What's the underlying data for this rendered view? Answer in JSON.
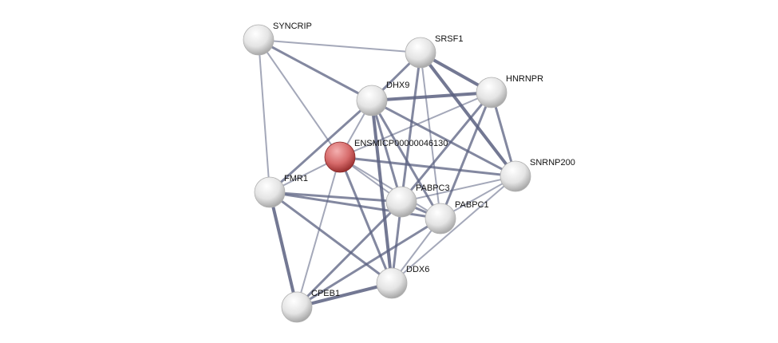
{
  "network": {
    "colors": {
      "edge": "#5a6080",
      "node": "#e8e8e8",
      "query_node": "#d05a5a"
    },
    "nodes": [
      {
        "id": "SYNCRIP",
        "label": "SYNCRIP",
        "query": false
      },
      {
        "id": "SRSF1",
        "label": "SRSF1",
        "query": false
      },
      {
        "id": "HNRNPR",
        "label": "HNRNPR",
        "query": false
      },
      {
        "id": "DHX9",
        "label": "DHX9",
        "query": false
      },
      {
        "id": "ENSMICP00000046130",
        "label": "ENSMICP00000046130",
        "query": true
      },
      {
        "id": "SNRNP200",
        "label": "SNRNP200",
        "query": false
      },
      {
        "id": "FMR1",
        "label": "FMR1",
        "query": false
      },
      {
        "id": "PABPC3",
        "label": "PABPC3",
        "query": false
      },
      {
        "id": "PABPC1",
        "label": "PABPC1",
        "query": false
      },
      {
        "id": "DDX6",
        "label": "DDX6",
        "query": false
      },
      {
        "id": "CPEB1",
        "label": "CPEB1",
        "query": false
      }
    ],
    "edges": [
      [
        "SYNCRIP",
        "SRSF1",
        1
      ],
      [
        "SYNCRIP",
        "DHX9",
        2
      ],
      [
        "SYNCRIP",
        "ENSMICP00000046130",
        1
      ],
      [
        "SYNCRIP",
        "FMR1",
        1
      ],
      [
        "SRSF1",
        "DHX9",
        2
      ],
      [
        "SRSF1",
        "HNRNPR",
        3
      ],
      [
        "SRSF1",
        "SNRNP200",
        3
      ],
      [
        "SRSF1",
        "PABPC3",
        2
      ],
      [
        "SRSF1",
        "PABPC1",
        1
      ],
      [
        "DHX9",
        "HNRNPR",
        3
      ],
      [
        "DHX9",
        "FMR1",
        2
      ],
      [
        "DHX9",
        "ENSMICP00000046130",
        1
      ],
      [
        "DHX9",
        "SNRNP200",
        2
      ],
      [
        "DHX9",
        "PABPC3",
        2
      ],
      [
        "DHX9",
        "PABPC1",
        2
      ],
      [
        "DHX9",
        "DDX6",
        3
      ],
      [
        "HNRNPR",
        "ENSMICP00000046130",
        1
      ],
      [
        "HNRNPR",
        "PABPC3",
        2
      ],
      [
        "HNRNPR",
        "PABPC1",
        2
      ],
      [
        "HNRNPR",
        "SNRNP200",
        2
      ],
      [
        "ENSMICP00000046130",
        "SNRNP200",
        2
      ],
      [
        "ENSMICP00000046130",
        "FMR1",
        1
      ],
      [
        "ENSMICP00000046130",
        "PABPC3",
        1
      ],
      [
        "ENSMICP00000046130",
        "PABPC1",
        1
      ],
      [
        "ENSMICP00000046130",
        "DDX6",
        2
      ],
      [
        "ENSMICP00000046130",
        "CPEB1",
        1
      ],
      [
        "FMR1",
        "PABPC3",
        2
      ],
      [
        "FMR1",
        "PABPC1",
        2
      ],
      [
        "FMR1",
        "DDX6",
        2
      ],
      [
        "FMR1",
        "CPEB1",
        3
      ],
      [
        "SNRNP200",
        "PABPC3",
        1
      ],
      [
        "SNRNP200",
        "PABPC1",
        1
      ],
      [
        "SNRNP200",
        "DDX6",
        1
      ],
      [
        "PABPC3",
        "PABPC1",
        2
      ],
      [
        "PABPC3",
        "DDX6",
        2
      ],
      [
        "PABPC3",
        "CPEB1",
        2
      ],
      [
        "PABPC1",
        "DDX6",
        1
      ],
      [
        "PABPC1",
        "CPEB1",
        2
      ],
      [
        "DDX6",
        "CPEB1",
        3
      ]
    ]
  }
}
